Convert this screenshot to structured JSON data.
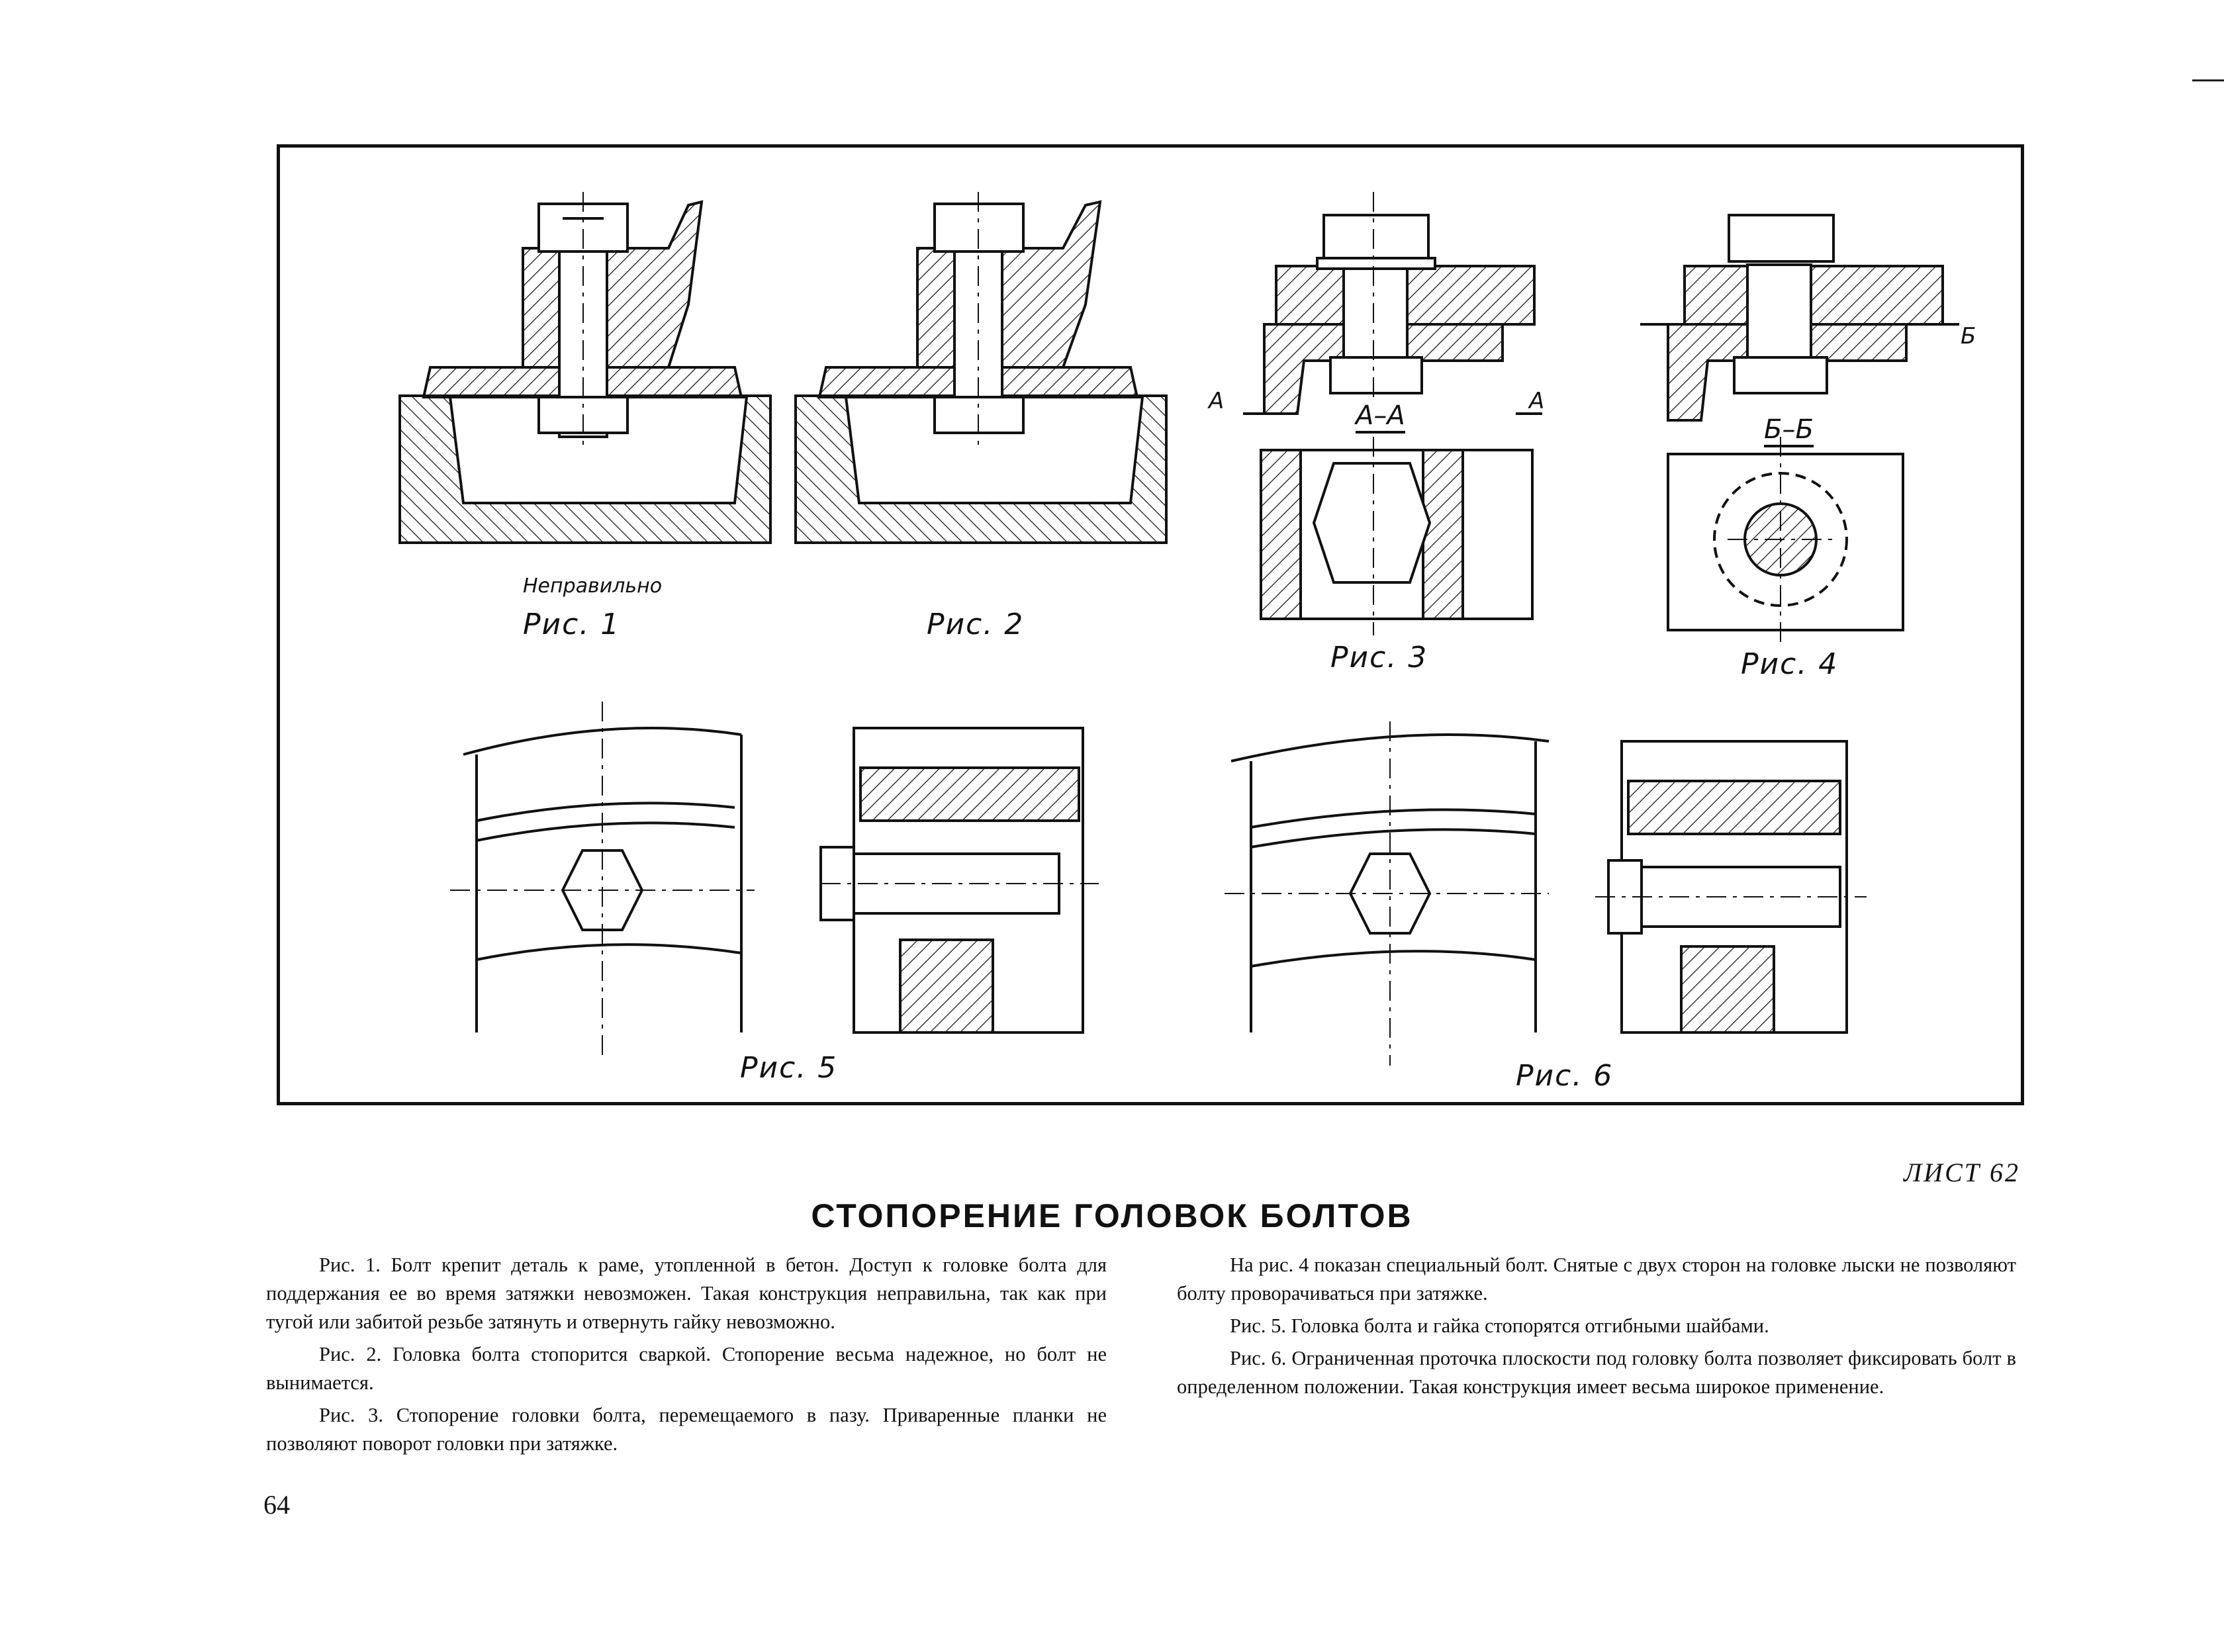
{
  "figure": {
    "labels": {
      "fig1": "Рис. 1",
      "fig1_note": "Неправильно",
      "fig2": "Рис. 2",
      "fig3": "Рис. 3",
      "fig4": "Рис. 4",
      "fig5": "Рис. 5",
      "fig6": "Рис. 6"
    },
    "sections": {
      "aa": "А–А",
      "bb": "Б–Б",
      "cut_a": "А",
      "cut_b": "Б"
    }
  },
  "sheet": "ЛИСТ 62",
  "title": "СТОПОРЕНИЕ ГОЛОВОК БОЛТОВ",
  "left_column": [
    "Рис. 1. Болт крепит деталь к раме, утопленной в бетон. Доступ к головке болта для поддержания ее во время затяжки невозможен. Такая конструкция неправильна, так как при тугой или забитой резьбе затянуть и отвернуть гайку невозможно.",
    "Рис. 2. Головка болта стопорится сваркой. Стопорение весьма надежное, но болт не вынимается.",
    "Рис. 3. Стопорение головки болта, перемещаемого в пазу. Приваренные планки не позволяют поворот головки при затяжке."
  ],
  "right_column": [
    "На рис. 4 показан специальный болт. Снятые с двух сторон на головке лыски не позволяют болту проворачиваться при затяжке.",
    "Рис. 5. Головка болта и гайка стопорятся отгибными шайбами.",
    "Рис. 6. Ограниченная проточка плоскости под головку болта позволяет фиксировать болт в определенном положении. Такая конструкция имеет весьма широкое применение."
  ],
  "page_number": "64"
}
